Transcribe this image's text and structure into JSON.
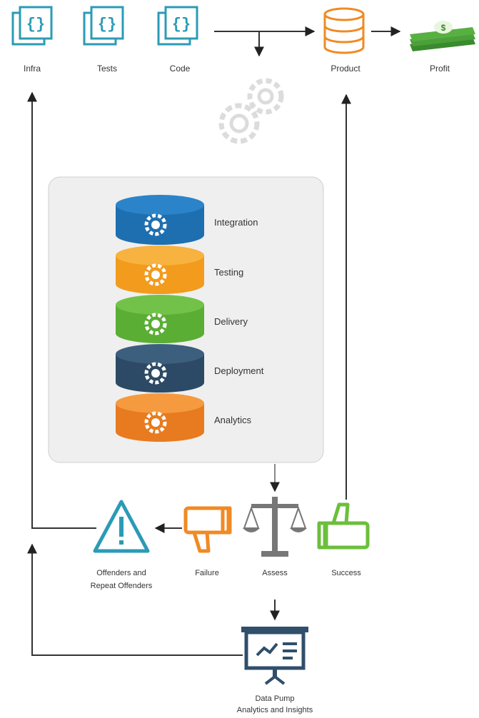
{
  "top_row": {
    "infra": "Infra",
    "tests": "Tests",
    "code": "Code",
    "product": "Product",
    "profit": "Profit"
  },
  "stack": {
    "integration": "Integration",
    "testing": "Testing",
    "delivery": "Delivery",
    "deployment": "Deployment",
    "analytics": "Analytics"
  },
  "bottom_row": {
    "offenders_line1": "Offenders and",
    "offenders_line2": "Repeat Offenders",
    "failure": "Failure",
    "assess": "Assess",
    "success": "Success"
  },
  "data_pump": {
    "line1": "Data Pump",
    "line2": "Analytics and Insights"
  },
  "colors": {
    "teal": "#2a9bb6",
    "orange": "#f08a24",
    "green": "#6cbf3c",
    "blue": "#1e6fb0",
    "navy": "#2f4f6b",
    "gray": "#888888",
    "panel": "#efefef"
  },
  "icons": {
    "infra": "code-braces-icon",
    "tests": "code-braces-icon",
    "code": "code-braces-icon",
    "product": "database-icon",
    "profit": "money-stack-icon",
    "gears": "gears-icon",
    "offenders": "warning-triangle-icon",
    "failure": "thumbs-down-icon",
    "assess": "balance-scale-icon",
    "success": "thumbs-up-icon",
    "data_pump": "presentation-board-icon"
  }
}
